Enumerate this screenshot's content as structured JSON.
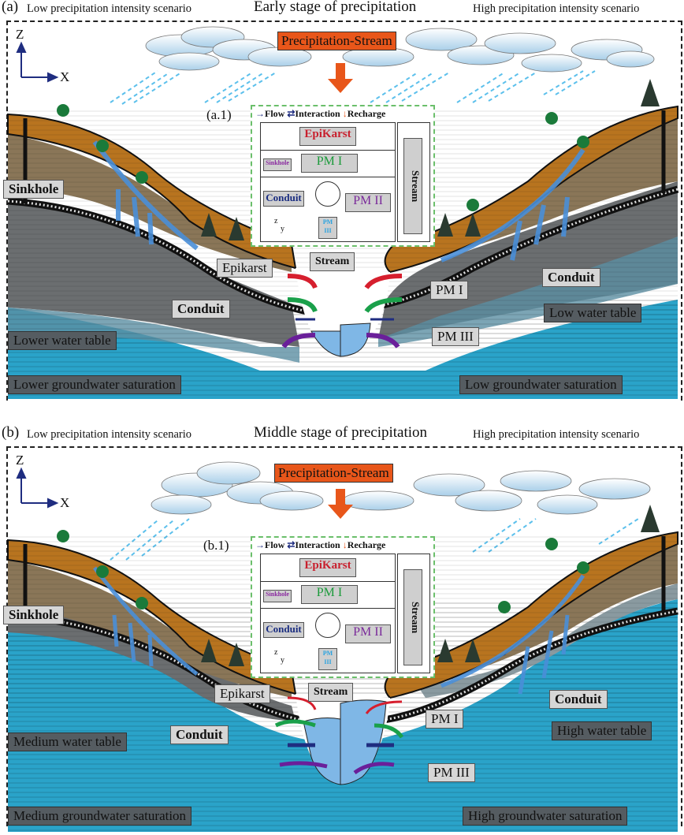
{
  "panels": [
    {
      "letter": "(a)",
      "stage_title": "Early stage of precipitation",
      "left_scenario": "Low precipitation intensity scenario",
      "right_scenario": "High precipitation intensity scenario",
      "precip_box": "Precipitation-Stream",
      "axis": {
        "z": "Z",
        "x": "X"
      },
      "labels": {
        "sinkhole": "Sinkhole",
        "epikarst": "Epikarst",
        "stream": "Stream",
        "conduit_left": "Conduit",
        "conduit_right": "Conduit",
        "pm1": "PM I",
        "pm3": "PM III",
        "left_water_table": "Lower water table",
        "right_water_table": "Low water table",
        "left_saturation": "Lower groundwater saturation",
        "right_saturation": "Low groundwater saturation"
      },
      "inset": {
        "tag": "(a.1)",
        "legend": {
          "flow": "Flow",
          "interaction": "Interaction",
          "recharge": "Recharge"
        },
        "epikarst": "EpiKarst",
        "sinkhole": "Sinkhole",
        "pm1": "PM I",
        "conduit": "Conduit",
        "pm2": "PM II",
        "pm3_line1": "PM",
        "pm3_line2": "III",
        "stream": "Stream",
        "axis_z": "z",
        "axis_y": "y"
      },
      "water_level": "low"
    },
    {
      "letter": "(b)",
      "stage_title": "Middle stage of precipitation",
      "left_scenario": "Low precipitation intensity scenario",
      "right_scenario": "High precipitation intensity scenario",
      "precip_box": "Precipitation-Stream",
      "axis": {
        "z": "Z",
        "x": "X"
      },
      "labels": {
        "sinkhole": "Sinkhole",
        "epikarst": "Epikarst",
        "stream": "Stream",
        "conduit_left": "Conduit",
        "conduit_right": "Conduit",
        "pm1": "PM I",
        "pm3": "PM III",
        "left_water_table": "Medium water table",
        "right_water_table": "High water table",
        "left_saturation": "Medium groundwater saturation",
        "right_saturation": "High groundwater saturation"
      },
      "inset": {
        "tag": "(b.1)",
        "legend": {
          "flow": "Flow",
          "interaction": "Interaction",
          "recharge": "Recharge"
        },
        "epikarst": "EpiKarst",
        "sinkhole": "Sinkhole",
        "pm1": "PM I",
        "conduit": "Conduit",
        "pm2": "PM II",
        "pm3_line1": "PM",
        "pm3_line2": "III",
        "stream": "Stream",
        "axis_z": "z",
        "axis_y": "y"
      },
      "water_level": "high"
    }
  ],
  "colors": {
    "precip_box": "#e8561a",
    "epikarst_soil": "#b8741f",
    "pm_brown": "#8a7658",
    "pm_grey": "#6b6e70",
    "groundwater": "#2aa3c9",
    "stream_water": "#7fb7e6",
    "flow_arrow": "#1f2d80",
    "epikarst_arrow": "#d61f2e",
    "pm1_arrow": "#1aa04a",
    "pm3_arrow": "#6a1f9a",
    "infiltration": "#4a8fd8",
    "inset_border": "#6bbf6b",
    "epikarst_text": "#c8202e",
    "pm1_text": "#1a9a3a",
    "pm2_text": "#7a2a9a",
    "pm3_text": "#2aa3e0",
    "sinkhole_text": "#8a2aa0",
    "conduit_text": "#1a2d80"
  }
}
